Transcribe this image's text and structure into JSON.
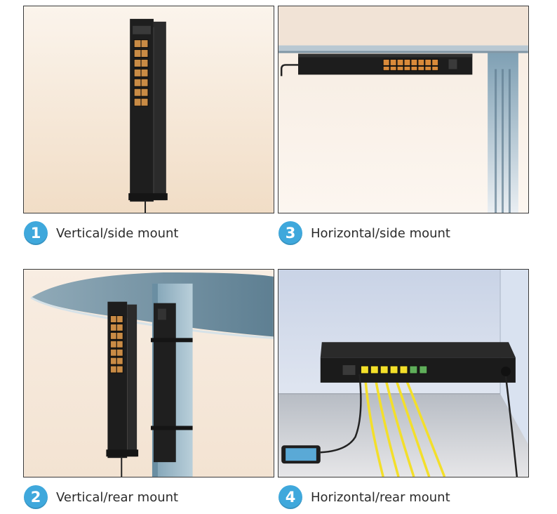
{
  "panels": [
    {
      "number": "1",
      "caption": "Vertical/side mount"
    },
    {
      "number": "3",
      "caption": "Horizontal/side mount"
    },
    {
      "number": "2",
      "caption": "Vertical/rear mount"
    },
    {
      "number": "4",
      "caption": "Horizontal/rear mount"
    }
  ],
  "colors": {
    "badge": "#3fa8dc",
    "switch_body": "#1c1c1c",
    "cable_yellow": "#f3df2a",
    "port_amber": "#d98a3a",
    "port_green": "#5fae5a"
  }
}
